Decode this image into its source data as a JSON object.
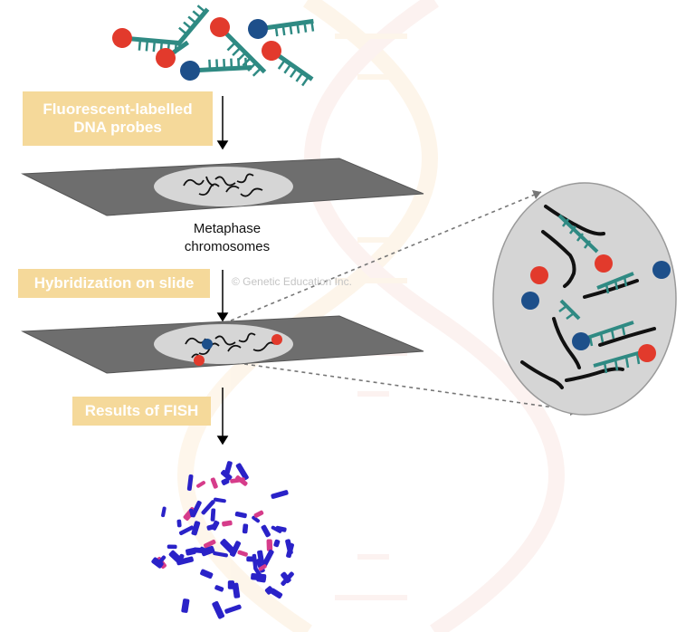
{
  "labels": {
    "probes_line1": "Fluorescent-labelled",
    "probes_line2": "DNA probes",
    "metaphase_line1": "Metaphase",
    "metaphase_line2": "chromosomes",
    "hybridization": "Hybridization on slide",
    "results": "Results of FISH"
  },
  "watermark": "© Genetic Education Inc.",
  "colors": {
    "probe_backbone": "#2f8a83",
    "label_red": "#e23a2c",
    "label_blue": "#1d4f8a",
    "slide": "#6e6e6e",
    "slide_spot": "#d6d6d6",
    "chromosome": "#111111",
    "label_box": "#f5d99a",
    "karyotype": "#2a22c8",
    "karyotype_accent": "#d63c8a"
  }
}
